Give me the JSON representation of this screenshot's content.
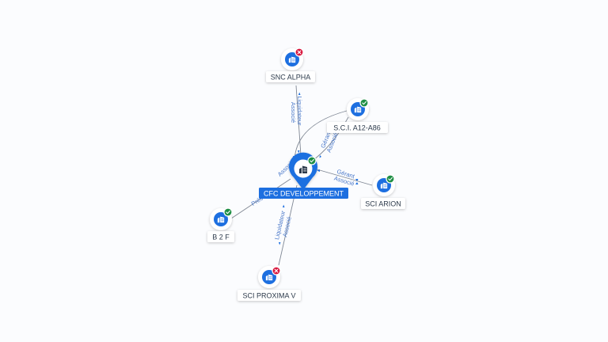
{
  "colors": {
    "accent": "#1d6fe0",
    "edge": "#7f8794",
    "edge_label": "#4a78c9",
    "ok": "#1f8f45",
    "error": "#d8183f",
    "label_text": "#2c3a4b"
  },
  "center": {
    "label": "CFC DEVELOPPEMENT",
    "status": "active",
    "icon": "building-icon"
  },
  "nodes": [
    {
      "id": "snc-alpha",
      "label": "SNC ALPHA",
      "status": "closed",
      "icon": "building-icon"
    },
    {
      "id": "sci-a12",
      "label": "S.C.I. A12-A86",
      "status": "active",
      "icon": "building-icon"
    },
    {
      "id": "sci-arion",
      "label": "SCI ARION",
      "status": "active",
      "icon": "building-icon"
    },
    {
      "id": "b2f",
      "label": "B 2 F",
      "status": "active",
      "icon": "building-icon"
    },
    {
      "id": "sci-proxima",
      "label": "SCI PROXIMA V",
      "status": "closed",
      "icon": "building-icon"
    }
  ],
  "edges": [
    {
      "to": "snc-alpha",
      "labels": [
        "Liquidateur",
        "Associé"
      ]
    },
    {
      "to": "sci-a12",
      "labels": [
        "Gérant",
        "Associé"
      ]
    },
    {
      "to": "sci-a12",
      "labels": [
        "Associé"
      ]
    },
    {
      "to": "sci-arion",
      "labels": [
        "Gérant",
        "Associé"
      ]
    },
    {
      "to": "b2f",
      "labels": [
        "Prés"
      ]
    },
    {
      "to": "sci-proxima",
      "labels": [
        "Liquidateur",
        "Associé"
      ]
    }
  ]
}
